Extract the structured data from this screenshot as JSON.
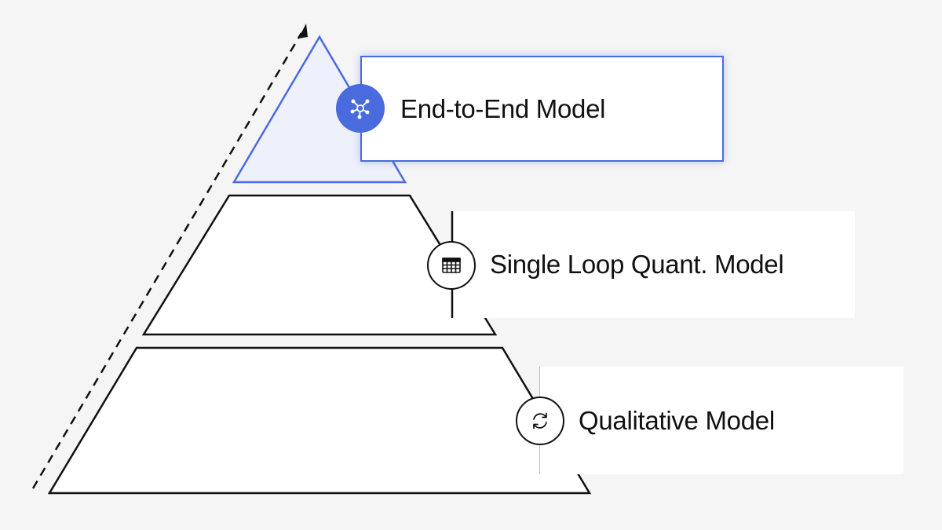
{
  "levels": [
    {
      "label": "End-to-End Model",
      "icon": "network-icon"
    },
    {
      "label": "Single Loop Quant. Model",
      "icon": "table-grid-icon"
    },
    {
      "label": "Qualitative Model",
      "icon": "refresh-cycle-icon"
    }
  ],
  "colors": {
    "accent": "#4a6bde",
    "accent_fill": "#eef0fc",
    "stroke": "#111111",
    "background": "#f5f5f5"
  }
}
